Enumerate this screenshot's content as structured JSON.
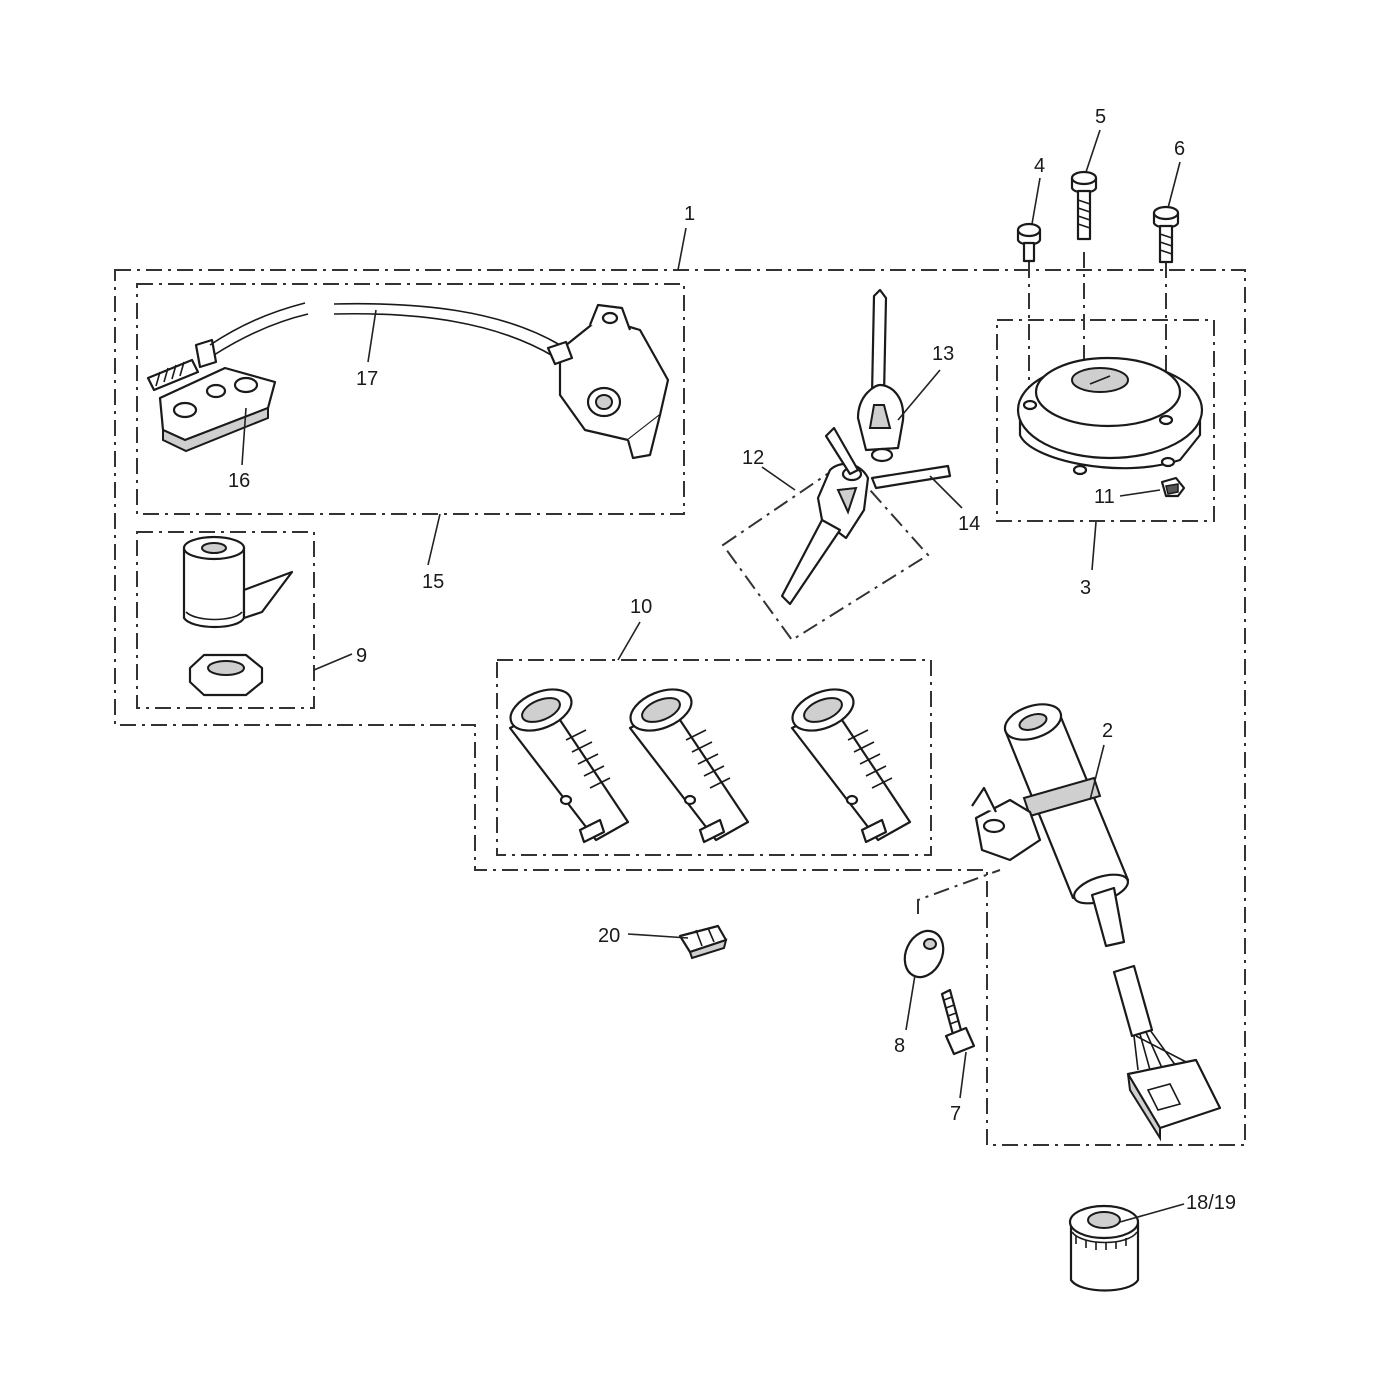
{
  "labels": {
    "p1": "1",
    "p2": "2",
    "p3": "3",
    "p4": "4",
    "p5": "5",
    "p6": "6",
    "p7": "7",
    "p8": "8",
    "p9": "9",
    "p10": "10",
    "p11": "11",
    "p12": "12",
    "p13": "13",
    "p14": "14",
    "p15": "15",
    "p16": "16",
    "p17": "17",
    "p18_19": "18/19",
    "p20": "20"
  },
  "colors": {
    "line": "#1a1a1a",
    "shade": "#cfcfcf",
    "background": "#ffffff"
  }
}
